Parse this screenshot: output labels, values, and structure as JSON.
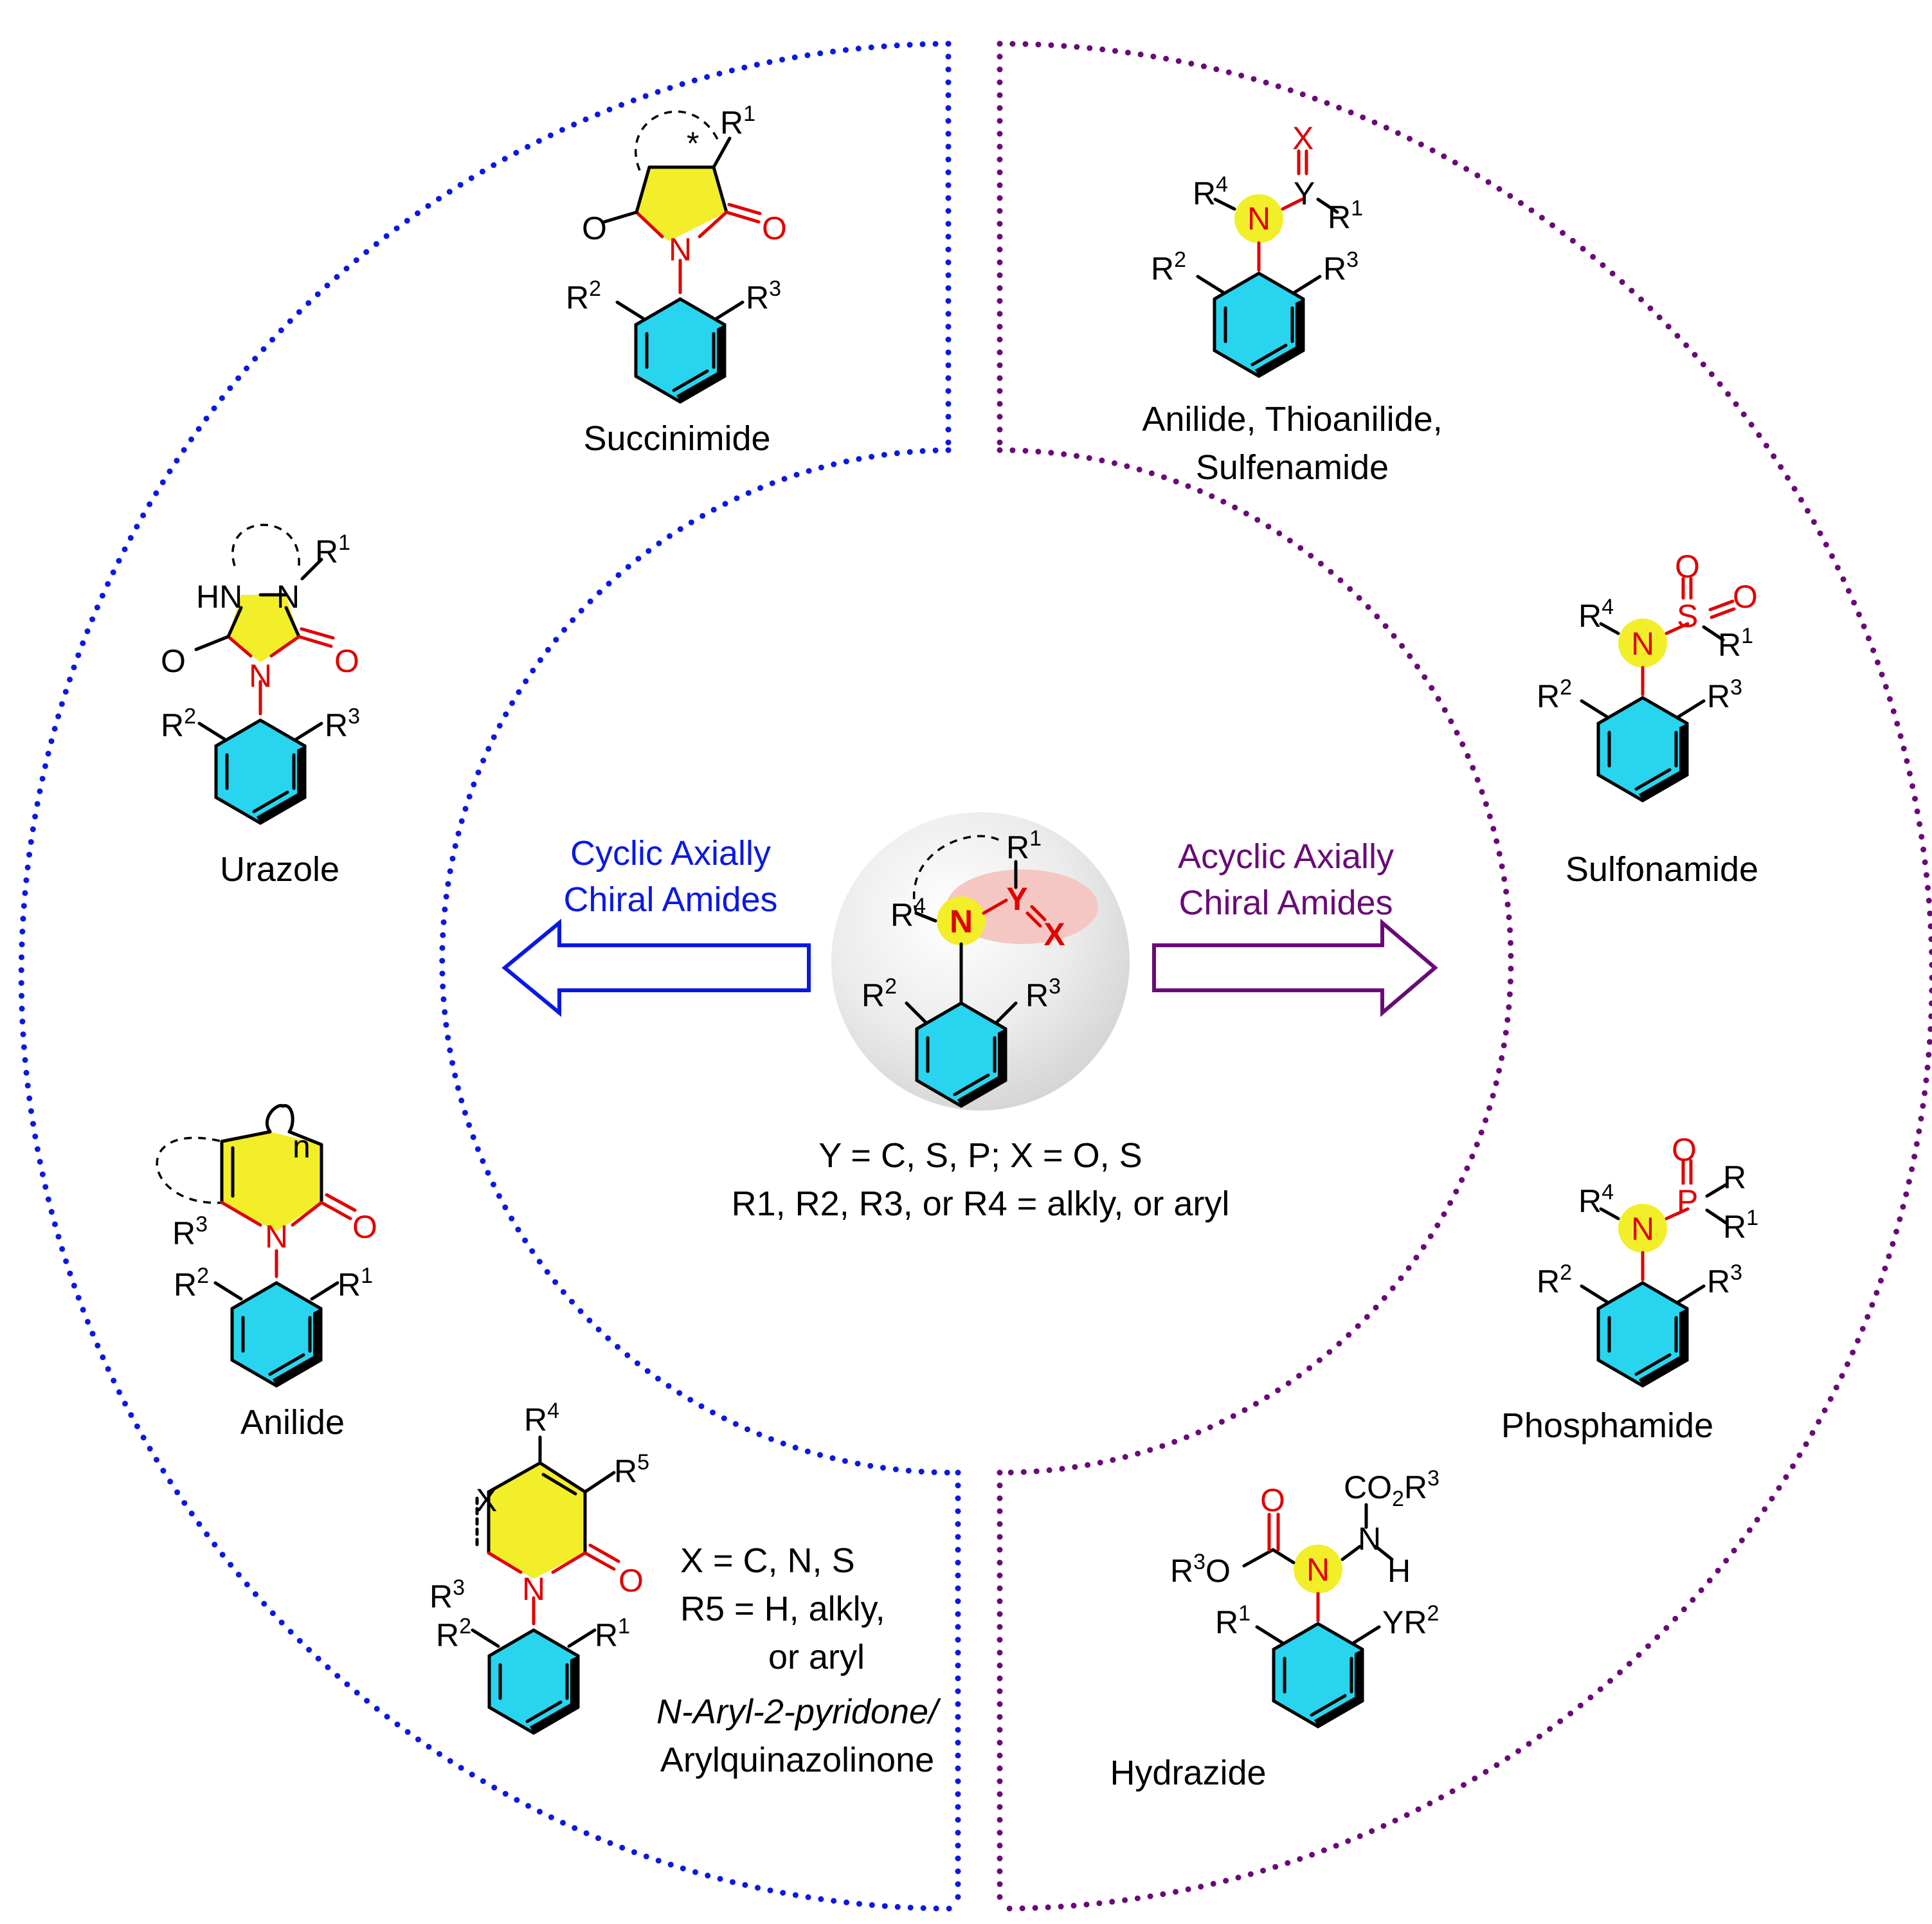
{
  "colors": {
    "cyclic": "#0a18e6",
    "acyclic": "#6a0a78",
    "heteroatom": "#e00000",
    "benzene": "#29d4ee",
    "highlight": "#f3ee2a"
  },
  "center": {
    "atoms": {
      "N": "N",
      "Y": "Y",
      "X": "X",
      "R": "R"
    },
    "sup": {
      "1": "1",
      "2": "2",
      "3": "3",
      "4": "4"
    },
    "line1": "Y = C, S, P; X = O, S",
    "line2": "R1, R2, R3, or R4 = alkly, or aryl"
  },
  "arrows": {
    "cyclic_line1": "Cyclic Axially",
    "cyclic_line2": "Chiral Amides",
    "acyclic_line1": "Acyclic Axially",
    "acyclic_line2": "Chiral Amides"
  },
  "compounds": {
    "succinimide": "Succinimide",
    "urazole": "Urazole",
    "anilide_cyclic": "Anilide",
    "pyridone_line1": "N-Aryl-2-pyridone/",
    "pyridone_line2": "Arylquinazolinone",
    "anilide_acyclic_line1": "Anilide, Thioanilide,",
    "anilide_acyclic_line2": "Sulfenamide",
    "sulfonamide": "Sulfonamide",
    "phosphamide": "Phosphamide",
    "hydrazide": "Hydrazide"
  },
  "pyridone_notes": {
    "x_def": "X  = C, N, S",
    "r5_def": "R5 = H, alkly,",
    "r5_def2": "or aryl"
  },
  "structure_labels": {
    "O": "O",
    "N": "N",
    "HN": "HN",
    "S": "S",
    "P": "P",
    "H": "H",
    "n": "n",
    "star": "*",
    "CO2R3": "CO2R3",
    "R3O": "R3O",
    "YR2": "YR2"
  }
}
